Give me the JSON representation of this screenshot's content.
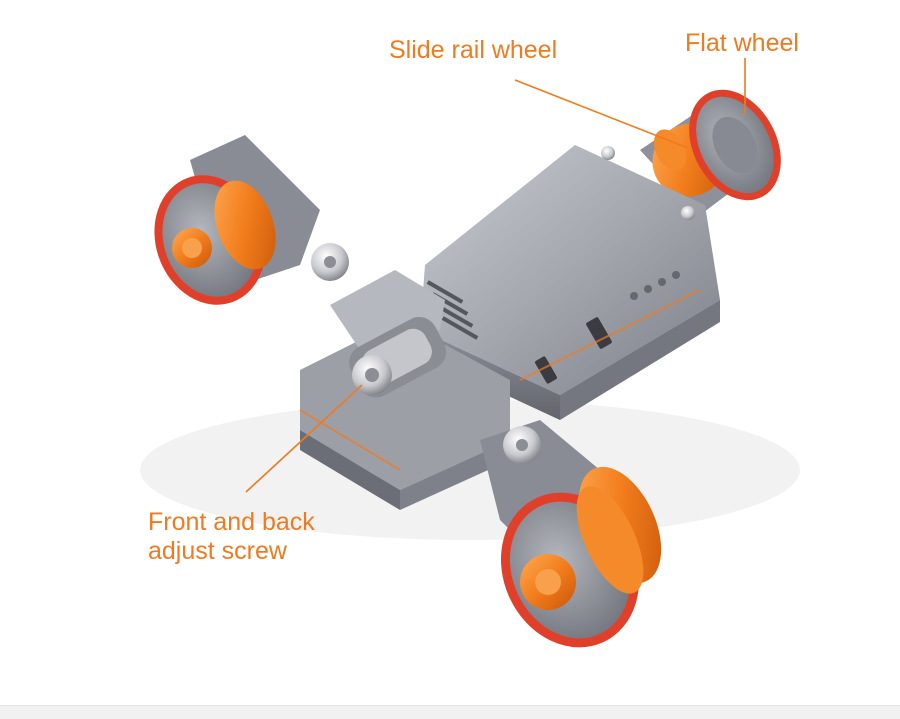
{
  "labels": {
    "slide_rail_wheel": "Slide rail wheel",
    "flat_wheel": "Flat wheel",
    "front_back_screw_line1": "Front and back",
    "front_back_screw_line2": "adjust screw"
  },
  "colors": {
    "label_orange": "#f07a1f",
    "wheel_orange": "#f27d1c",
    "ring_red": "#e0402a",
    "body_gray": "#9a9ca4"
  }
}
